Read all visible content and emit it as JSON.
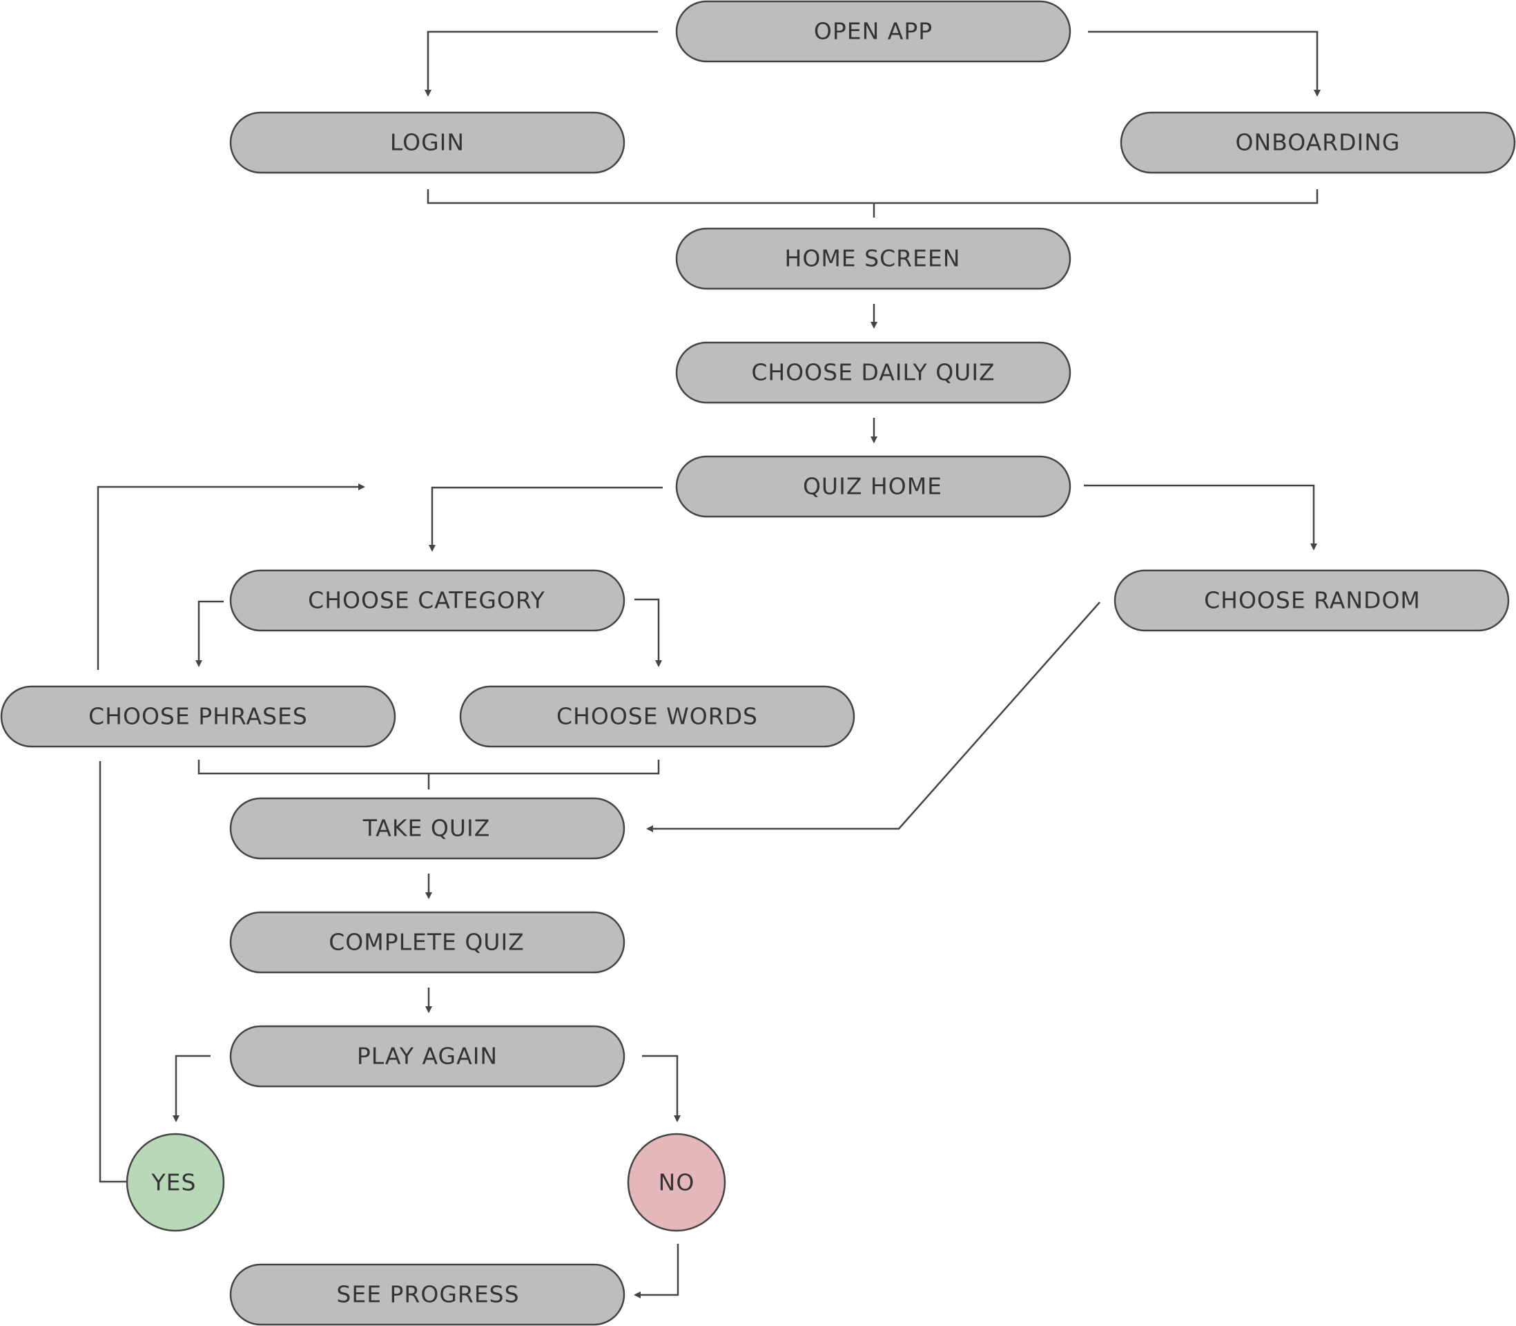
{
  "colors": {
    "node_fill": "#bdbdbd",
    "node_stroke": "#444444",
    "line": "#444444",
    "text": "#333333",
    "yes_fill": "#b8d8b8",
    "no_fill": "#e4b8ba"
  },
  "nodes": {
    "open_app": "OPEN APP",
    "login": "LOGIN",
    "onboarding": "ONBOARDING",
    "home_screen": "HOME SCREEN",
    "choose_daily_quiz": "CHOOSE DAILY QUIZ",
    "quiz_home": "QUIZ HOME",
    "choose_category": "CHOOSE CATEGORY",
    "choose_random": "CHOOSE RANDOM",
    "choose_phrases": "CHOOSE PHRASES",
    "choose_words": "CHOOSE WORDS",
    "take_quiz": "TAKE QUIZ",
    "complete_quiz": "COMPLETE QUIZ",
    "play_again": "PLAY AGAIN",
    "yes": "YES",
    "no": "NO",
    "see_progress": "SEE PROGRESS"
  }
}
